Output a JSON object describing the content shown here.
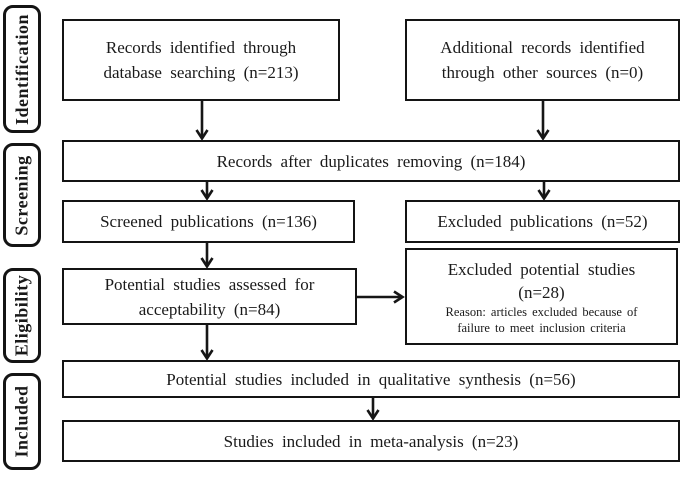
{
  "sidebar": {
    "stages": [
      {
        "label": "Identification"
      },
      {
        "label": "Screening"
      },
      {
        "label": "Eligibility"
      },
      {
        "label": "Included"
      }
    ]
  },
  "flow": {
    "records_identified": {
      "lines": [
        "Records identified through",
        "database searching (n=213)"
      ]
    },
    "additional_records": {
      "lines": [
        "Additional records identified",
        "through other sources (n=0)"
      ]
    },
    "after_duplicates": {
      "text": "Records after duplicates removing (n=184)"
    },
    "screened": {
      "text": "Screened publications (n=136)"
    },
    "excluded_publications": {
      "text": "Excluded publications (n=52)"
    },
    "assessed": {
      "lines": [
        "Potential studies assessed for",
        "acceptability (n=84)"
      ]
    },
    "excluded_potential": {
      "title_lines": [
        "Excluded potential studies",
        "(n=28)"
      ],
      "reason_lines": [
        "Reason: articles excluded because of",
        "failure to meet inclusion criteria"
      ]
    },
    "qualitative_synthesis": {
      "text": "Potential studies included in qualitative synthesis (n=56)"
    },
    "meta_analysis": {
      "text": "Studies included in meta-analysis (n=23)"
    }
  },
  "colors": {
    "line": "#161616",
    "background": "#ffffff",
    "text": "#1a1a1a"
  }
}
